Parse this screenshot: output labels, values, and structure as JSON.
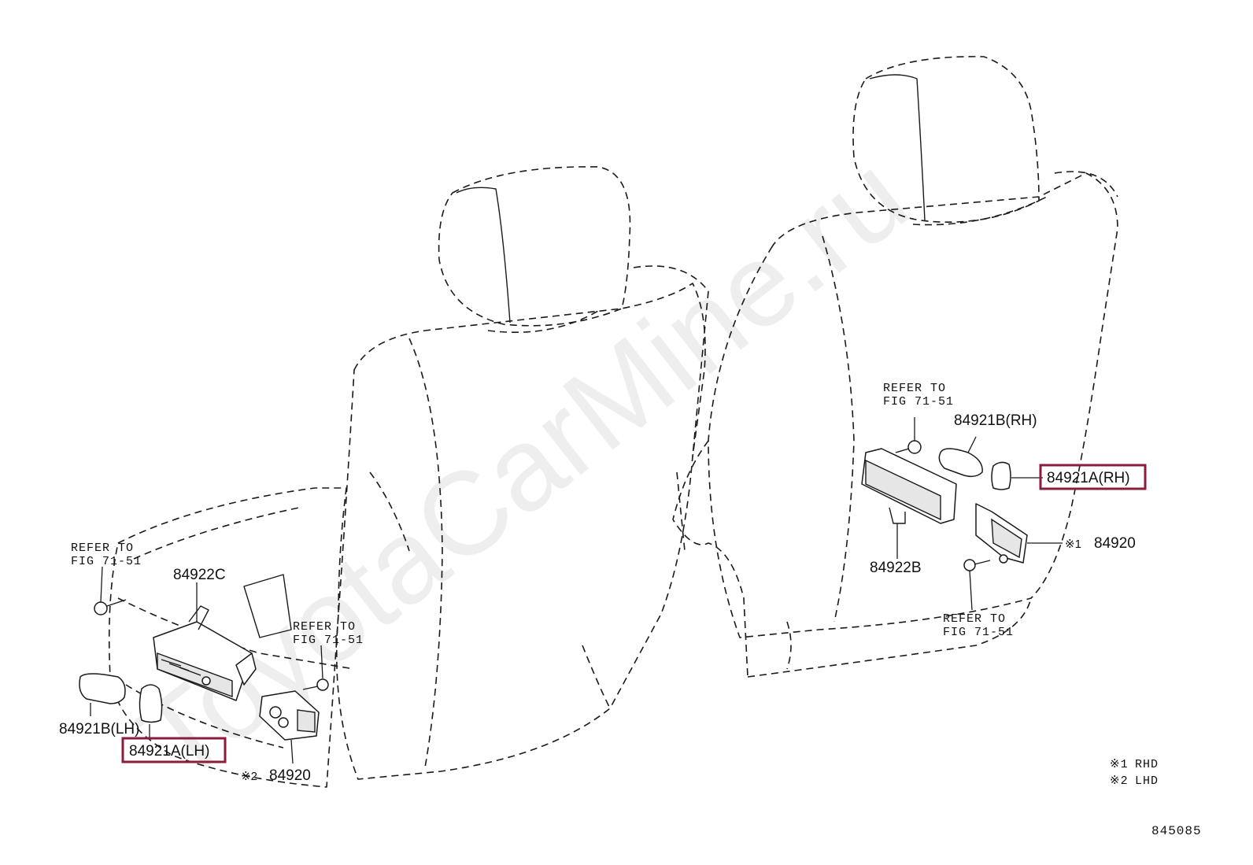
{
  "watermark": "ToyotaCarMine.ru",
  "figure_number": "845085",
  "legend": [
    {
      "mark": "※1",
      "text": "RHD"
    },
    {
      "mark": "※2",
      "text": "LHD"
    }
  ],
  "highlight_color": "#8c1d3a",
  "callouts": {
    "left_refer_1": {
      "line1": "REFER TO",
      "line2": "FIG 71-51"
    },
    "left_refer_2": {
      "line1": "REFER TO",
      "line2": "FIG 71-51"
    },
    "right_refer_top": {
      "line1": "REFER TO",
      "line2": "FIG 71-51"
    },
    "right_refer_bottom": {
      "line1": "REFER TO",
      "line2": "FIG 71-51"
    }
  },
  "parts": {
    "p84922C": "84922C",
    "p84921B_LH": "84921B(LH)",
    "p84921A_LH": "84921A(LH)",
    "p84920_LHD": "84920",
    "p84920_LHD_mark": "※2",
    "p84921B_RH": "84921B(RH)",
    "p84921A_RH": "84921A(RH)",
    "p84920_RHD": "84920",
    "p84920_RHD_mark": "※1",
    "p84922B": "84922B"
  }
}
